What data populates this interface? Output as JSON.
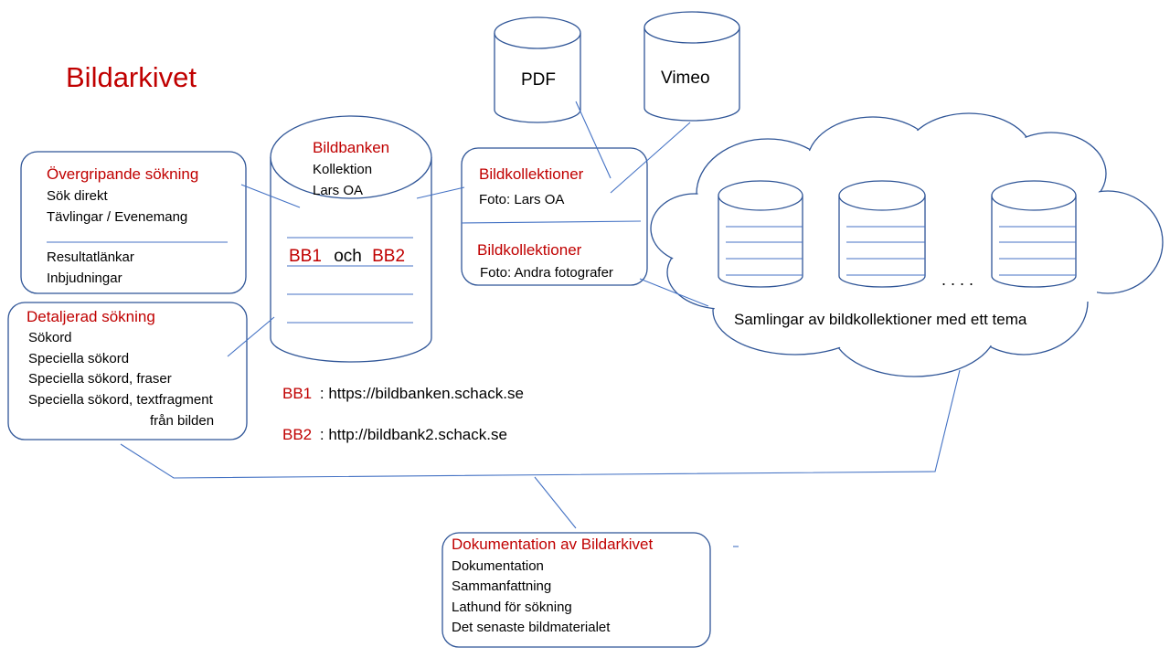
{
  "title": "Bildarkivet",
  "overview_box": {
    "heading": "Övergripande sökning",
    "items_top": [
      "Sök direkt",
      "Tävlingar / Evenemang"
    ],
    "items_bottom": [
      "Resultatlänkar",
      "Inbjudningar"
    ]
  },
  "detail_box": {
    "heading": "Detaljerad sökning",
    "items": [
      "Sökord",
      "Speciella sökord",
      "Speciella sökord, fraser",
      "Speciella sökord, textfragment"
    ],
    "continuation": "från bilden"
  },
  "bildbanken": {
    "title": "Bildbanken",
    "lines": [
      "Kollektion",
      "Lars OA"
    ],
    "bb1": "BB1",
    "och": "och",
    "bb2": "BB2"
  },
  "links": [
    {
      "label": "BB1",
      "url": ": https://bildbanken.schack.se"
    },
    {
      "label": "BB2",
      "url": ": http://bildbank2.schack.se"
    }
  ],
  "pdf_label": "PDF",
  "vimeo_label": "Vimeo",
  "collections_box": {
    "heading1": "Bildkollektioner",
    "sub1": "Foto: Lars OA",
    "heading2": "Bildkollektioner",
    "sub2": "Foto: Andra fotografer"
  },
  "cloud": {
    "dots": ". . . .",
    "label": "Samlingar av bildkollektioner med ett tema"
  },
  "doc_box": {
    "heading": "Dokumentation  av Bildarkivet",
    "items": [
      "Dokumentation",
      "Sammanfattning",
      "Lathund för sökning",
      "Det senaste bildmaterialet"
    ]
  }
}
